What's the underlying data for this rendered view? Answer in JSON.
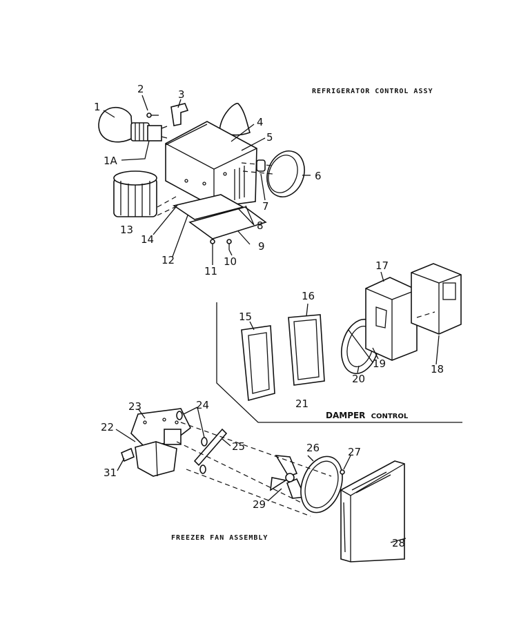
{
  "captions": {
    "refrigerator": "REFRIGERATOR CONTROL ASSY",
    "damper_main": "DAMPER",
    "damper_sub": "CONTROL",
    "freezer": "FREEZER FAN ASSEMBLY"
  },
  "part_labels": {
    "p1": "1",
    "p1a": "1A",
    "p2": "2",
    "p3": "3",
    "p4": "4",
    "p5": "5",
    "p6": "6",
    "p7": "7",
    "p8": "8",
    "p9": "9",
    "p10": "10",
    "p11": "11",
    "p12": "12",
    "p13": "13",
    "p14": "14",
    "p15": "15",
    "p16": "16",
    "p17": "17",
    "p18": "18",
    "p19": "19",
    "p20": "20",
    "p21": "21",
    "p22": "22",
    "p23": "23",
    "p24": "24",
    "p25": "25",
    "p26": "26",
    "p27": "27",
    "p28": "28",
    "p29": "29",
    "p31": "31"
  }
}
